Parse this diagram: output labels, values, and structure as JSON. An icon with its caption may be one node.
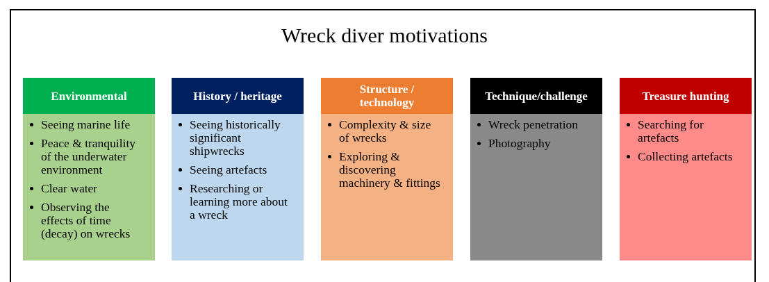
{
  "diagram": {
    "title": "Wreck diver motivations",
    "nodes": [
      {
        "text": [
          "Environmental",
          "Seeing marine life",
          "Peace & tranquility of the underwater environment",
          "Clear water",
          "Observing the effects of time (decay) on wrecks"
        ]
      },
      {
        "text": [
          "History / heritage",
          "Seeing historically significant shipwrecks",
          "Seeing artefacts",
          "Researching or learning more about a wreck"
        ]
      },
      {
        "text": [
          "Structure / technology",
          "Complexity & size of wrecks",
          "Exploring & discovering machinery & fittings"
        ]
      },
      {
        "text": [
          "Technique/challenge",
          "Wreck penetration",
          "Photography"
        ]
      },
      {
        "text": [
          "Treasure hunting",
          "Searching for artefacts",
          "Collecting artefacts"
        ]
      }
    ]
  }
}
